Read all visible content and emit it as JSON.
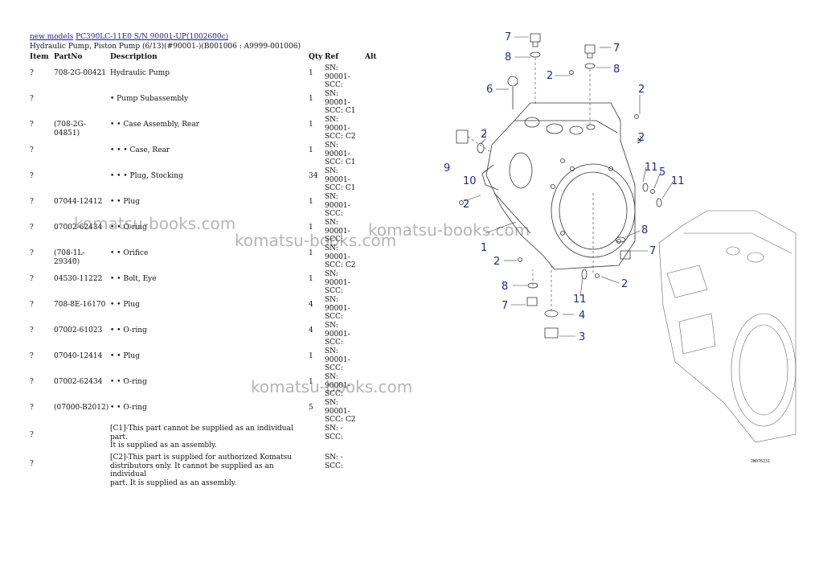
{
  "header": {
    "link_new_models": "new models",
    "link_model": "PC390LC-11E0 S/N 90001-UP(1002600c)"
  },
  "subtitle": "Hydraulic Pump, Piston Pump (6/13)(#90001-)(B001006 : A9999-001006)",
  "table": {
    "columns": [
      "Item",
      "PartNo",
      "Description",
      "Qty",
      "Ref",
      "Alt"
    ],
    "rows": [
      {
        "item": "?",
        "partno": "708-2G-00421",
        "desc": "Hydraulic Pump",
        "qty": "1",
        "ref1": "SN: 90001-",
        "ref2": "SCC:"
      },
      {
        "item": "?",
        "partno": "",
        "desc": "• Pump Subassembly",
        "qty": "1",
        "ref1": "SN: 90001-",
        "ref2": "SCC: C1"
      },
      {
        "item": "?",
        "partno": "(708-2G-04851)",
        "desc": "• • Case Assembly, Rear",
        "qty": "1",
        "ref1": "SN: 90001-",
        "ref2": "SCC: C2"
      },
      {
        "item": "?",
        "partno": "",
        "desc": "• • • Case, Rear",
        "qty": "1",
        "ref1": "SN: 90001-",
        "ref2": "SCC: C1"
      },
      {
        "item": "?",
        "partno": "",
        "desc": "• • • Plug, Stocking",
        "qty": "34",
        "ref1": "SN: 90001-",
        "ref2": "SCC: C1"
      },
      {
        "item": "?",
        "partno": "07044-12412",
        "desc": "• • Plug",
        "qty": "1",
        "ref1": "SN: 90001-",
        "ref2": "SCC:"
      },
      {
        "item": "?",
        "partno": "07002-62434",
        "desc": "• • O-ring",
        "qty": "1",
        "ref1": "SN: 90001-",
        "ref2": "SCC:"
      },
      {
        "item": "?",
        "partno": "(708-1L-29340)",
        "desc": "• • Orifice",
        "qty": "1",
        "ref1": "SN: 90001-",
        "ref2": "SCC: C2"
      },
      {
        "item": "?",
        "partno": "04530-11222",
        "desc": "• • Bolt, Eye",
        "qty": "1",
        "ref1": "SN: 90001-",
        "ref2": "SCC:"
      },
      {
        "item": "?",
        "partno": "708-8E-16170",
        "desc": "• • Plug",
        "qty": "4",
        "ref1": "SN: 90001-",
        "ref2": "SCC:"
      },
      {
        "item": "?",
        "partno": "07002-61023",
        "desc": "• • O-ring",
        "qty": "4",
        "ref1": "SN: 90001-",
        "ref2": "SCC:"
      },
      {
        "item": "?",
        "partno": "07040-12414",
        "desc": "• • Plug",
        "qty": "1",
        "ref1": "SN: 90001-",
        "ref2": "SCC:"
      },
      {
        "item": "?",
        "partno": "07002-62434",
        "desc": "• • O-ring",
        "qty": "1",
        "ref1": "SN: 90001-",
        "ref2": "SCC:"
      },
      {
        "item": "?",
        "partno": "(07000-B2012)",
        "desc": "• • O-ring",
        "qty": "5",
        "ref1": "SN: 90001-",
        "ref2": "SCC: C2"
      }
    ],
    "notes": [
      {
        "item": "?",
        "line1": "[C1]-This part cannot be supplied as an individual part.",
        "line2": "It is supplied as an assembly.",
        "line3": "",
        "ref1": "SN: -",
        "ref2": "SCC:"
      },
      {
        "item": "?",
        "line1": "[C2]-This part is supplied for authorized Komatsu",
        "line2": "distributors only. It cannot be supplied as an individual",
        "line3": "part. It is supplied as an assembly.",
        "ref1": "SN: -",
        "ref2": "SCC:"
      }
    ]
  },
  "watermark": "komatsu-books.com",
  "diagram": {
    "callouts": [
      "7",
      "8",
      "6",
      "2",
      "9",
      "10",
      "1",
      "2",
      "8",
      "7",
      "4",
      "3",
      "7",
      "8",
      "2",
      "2",
      "11",
      "5",
      "11",
      "8",
      "7",
      "2",
      "11",
      "2",
      "2"
    ],
    "drawing_code": "JW076231",
    "callout_color": "#1b2a9a"
  }
}
